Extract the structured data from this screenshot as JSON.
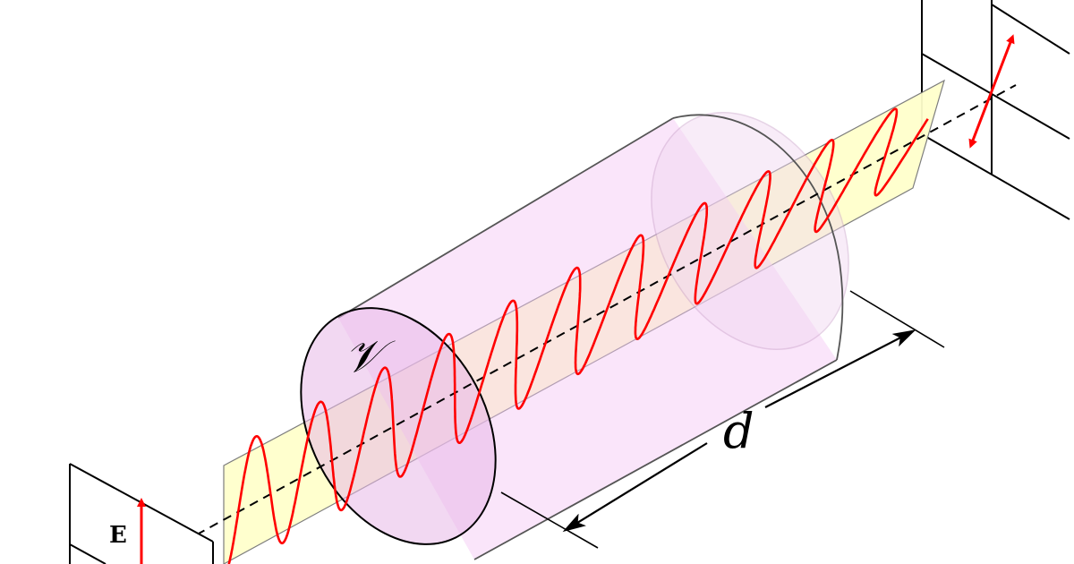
{
  "labels": {
    "volume": "𝒱",
    "distance": "d",
    "field": "E"
  },
  "colors": {
    "wave_plane": "#ffffcc",
    "cylinder_fill": "#f3c6f3",
    "wave": "#ff0000",
    "axis": "#000000"
  }
}
